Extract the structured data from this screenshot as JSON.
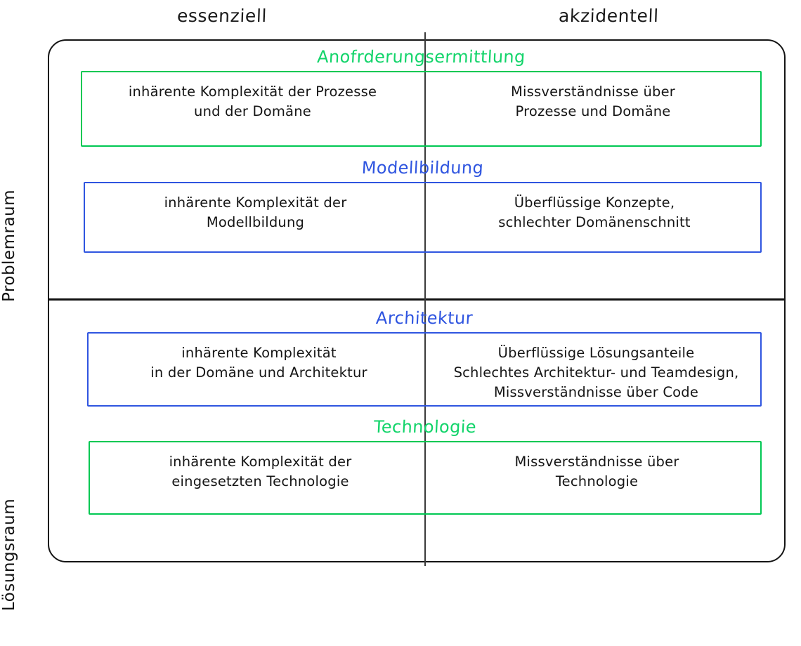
{
  "columns": {
    "left_label": "essenziell",
    "right_label": "akzidentell"
  },
  "spaces": {
    "problem_label": "Problemraum",
    "solution_label": "Lösungsraum"
  },
  "colors": {
    "green": "#12d46a",
    "blue": "#2f55e0",
    "frame": "#141414",
    "text": "#151515"
  },
  "blocks": [
    {
      "key": "anforderungsermittlung",
      "title": "Anofrderungsermittlung",
      "color": "green",
      "space": "Problemraum",
      "essenziell": [
        "inhärente Komplexität der Prozesse",
        "und der Domäne"
      ],
      "akzidentell": [
        "Missverständnisse über",
        "Prozesse und Domäne"
      ]
    },
    {
      "key": "modellbildung",
      "title": "Modellbildung",
      "color": "blue",
      "space": "Problemraum",
      "essenziell": [
        "inhärente Komplexität der",
        "Modellbildung"
      ],
      "akzidentell": [
        "Überflüssige Konzepte,",
        "schlechter Domänenschnitt"
      ]
    },
    {
      "key": "architektur",
      "title": "Architektur",
      "color": "blue",
      "space": "Lösungsraum",
      "essenziell": [
        "inhärente Komplexität",
        "in der Domäne und Architektur"
      ],
      "akzidentell": [
        "Überflüssige Lösungsanteile",
        "Schlechtes Architektur- und Teamdesign,",
        "Missverständnisse über Code"
      ]
    },
    {
      "key": "technologie",
      "title": "Technologie",
      "color": "green",
      "space": "Lösungsraum",
      "essenziell": [
        "inhärente Komplexität der",
        "eingesetzten Technologie"
      ],
      "akzidentell": [
        "Missverständnisse über",
        "Technologie"
      ]
    }
  ]
}
